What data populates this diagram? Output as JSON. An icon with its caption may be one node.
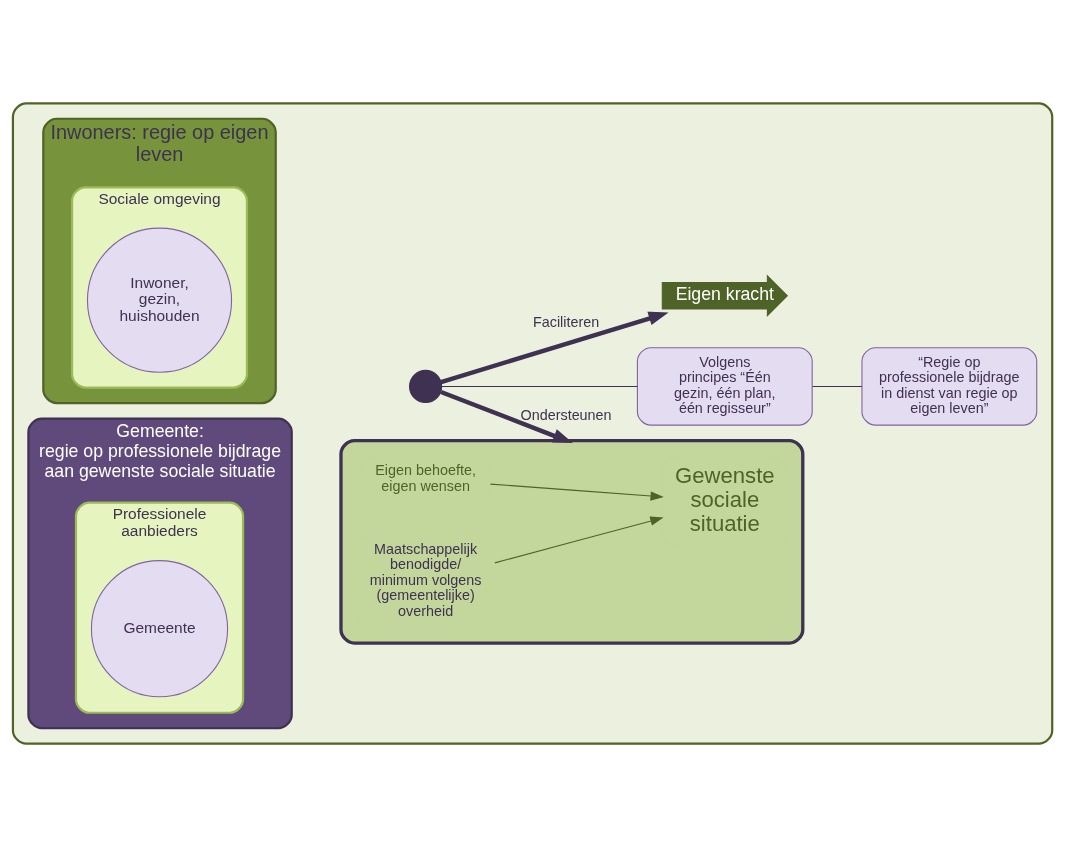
{
  "diagram": {
    "nodes": [
      {
        "text": [],
        "shape": "box"
      },
      {
        "text": [
          "Inwoners: regie op eigen leven"
        ],
        "in": 0
      },
      {
        "text": [
          "Sociale omgeving"
        ],
        "in": 1
      },
      {
        "text": [
          "Inwoner, gezin, huishouden"
        ],
        "in": 2
      },
      {
        "text": [
          "Gemeente:",
          "regie op professionele bijdrage aan gewenste sociale situatie"
        ],
        "in": 0
      },
      {
        "text": [
          "Professionele aanbieders"
        ],
        "in": 4
      },
      {
        "text": [
          "Gemeente"
        ],
        "in": 5
      },
      {
        "text": [],
        "shape": "circle",
        "in": 0
      },
      {
        "text": [
          "Eigen kracht"
        ],
        "in": 0
      },
      {
        "text": [],
        "shape": "box",
        "in": 0
      },
      {
        "text": [
          "Eigen behoefte, eigen wensen"
        ],
        "in": 9
      },
      {
        "text": [
          "Gewenste sociale situatie"
        ],
        "in": 9
      },
      {
        "text": [
          "Maatschappelijk benodigde/ minimum volgens (gemeentelijke) overheid"
        ],
        "in": 9
      },
      {
        "text": [
          "Volgens principes “Één gezin, één plan, één regisseur”"
        ],
        "in": 0
      },
      {
        "text": [
          "“Regie op professionele bijdrage in dienst van regie op eigen leven”"
        ],
        "in": 0
      }
    ],
    "edges": [
      {
        "from": 10,
        "to": 11,
        "arrow": "to",
        "color": "#4f6228"
      },
      {
        "from": 12,
        "to": 11,
        "arrow": "to",
        "color": "#4f6228"
      },
      {
        "from": 7,
        "to": 8,
        "label": "Faciliteren",
        "arrow": "to",
        "style": "thick"
      },
      {
        "from": 7,
        "to": 9,
        "label": "Ondersteunen",
        "arrow": "to",
        "style": "thick"
      },
      {
        "from": 7,
        "to": 13,
        "arrow": "none"
      },
      {
        "from": 13,
        "to": 14,
        "arrow": "none"
      }
    ]
  }
}
